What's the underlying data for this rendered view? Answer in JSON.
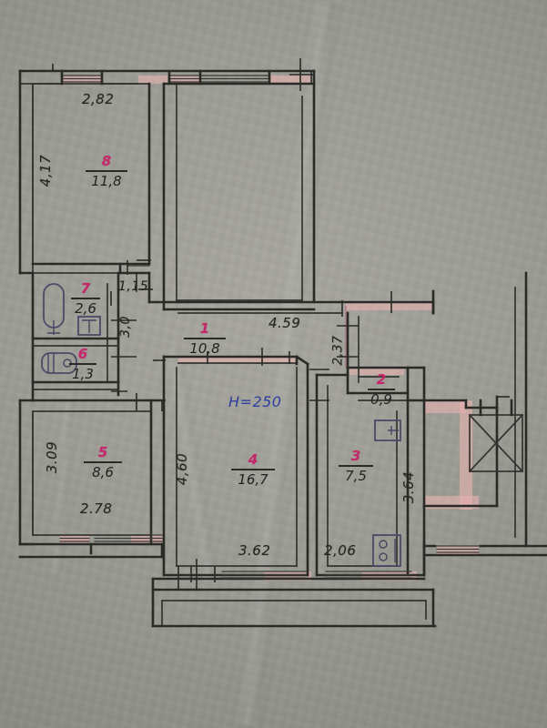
{
  "document": {
    "kind": "hand-drawn apartment floor plan",
    "media": "pencil and ink on gray paper",
    "ceiling_height_note": "H=250"
  },
  "rooms": [
    {
      "id": "room-1",
      "number": "1",
      "area": "10,8",
      "role": "hallway"
    },
    {
      "id": "room-2",
      "number": "2",
      "area": "0,9",
      "role": "pantry"
    },
    {
      "id": "room-3",
      "number": "3",
      "area": "7,5",
      "role": "kitchen"
    },
    {
      "id": "room-4",
      "number": "4",
      "area": "16,7",
      "role": "living-room"
    },
    {
      "id": "room-5",
      "number": "5",
      "area": "8,6",
      "role": "bedroom"
    },
    {
      "id": "room-6",
      "number": "6",
      "area": "1,3",
      "role": "toilet"
    },
    {
      "id": "room-7",
      "number": "7",
      "area": "2,6",
      "role": "bathroom"
    },
    {
      "id": "room-8",
      "number": "8",
      "area": "11,8",
      "role": "bedroom"
    }
  ],
  "dimensions": {
    "room8_width": "2,82",
    "room8_height": "4,17",
    "wetblock_gap": "1,15",
    "wetblock_height": "3,0",
    "room5_height": "3.09",
    "room5_width": "2.78",
    "hall_length": "4.59",
    "pantry_height": "2,37",
    "room4_height": "4,60",
    "room4_width": "3.62",
    "room3_height": "3.64",
    "room3_width": "2,06",
    "ceiling": "H=250"
  },
  "fixtures": [
    {
      "name": "bathtub",
      "room": "7"
    },
    {
      "name": "washbasin",
      "room": "7"
    },
    {
      "name": "toilet-bowl",
      "room": "6"
    },
    {
      "name": "kitchen-sink",
      "room": "3"
    },
    {
      "name": "cooking-stove",
      "room": "3"
    },
    {
      "name": "elevator-shaft",
      "room": "stairwell"
    }
  ],
  "colors": {
    "room_number_ink": "#c4286a",
    "height_note_ink": "#2f3fa0",
    "wall_ink": "#2a2a26",
    "window_highlight": "#e8b4b4",
    "paper": "#9d9d96"
  }
}
